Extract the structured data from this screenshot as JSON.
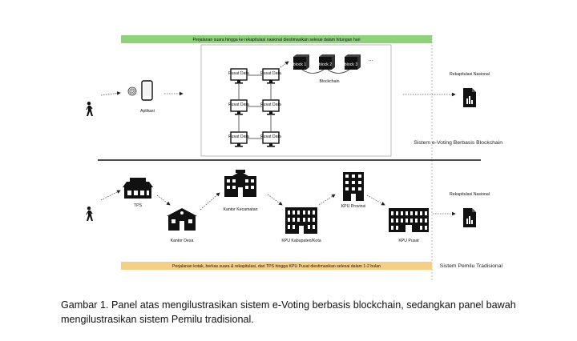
{
  "top_panel": {
    "banner_text": "Perjalanan suara hingga ke rekapitulasi nasional diestimasikan selesai dalam hitungan hari",
    "banner_color": "#8ed27a",
    "app_label": "Aplikasi",
    "data_center_label": "Pusat Data",
    "blocks": [
      "block 1",
      "block 2",
      "block 3"
    ],
    "ellipsis": "...",
    "blockchain_label": "Blockchain",
    "recap_label": "Rekapitulasi Nasional",
    "system_label": "Sistem e-Voting Berbasis Blockchain"
  },
  "bottom_panel": {
    "tps_label": "TPS",
    "village_label": "Kantor Desa",
    "district_label": "Kantor Kecamatan",
    "kpu_city_label": "KPU Kabupaten/Kota",
    "kpu_province_label": "KPU Provinsi",
    "kpu_central_label": "KPU Pusat",
    "recap_label": "Rekapitulasi Nasional",
    "banner_text": "Perjalanan kotak, berkas suara & rekapitulasi, dari TPS hingga KPU Pusat diestimasikan selesai dalam 1-2 bulan",
    "banner_color": "#f5cf86",
    "system_label": "Sistem Pemilu Tradisional"
  },
  "caption": "Gambar 1. Panel atas mengilustrasikan sistem e-Voting berbasis blockchain, sedangkan panel bawah mengilustrasikan sistem Pemilu tradisional."
}
